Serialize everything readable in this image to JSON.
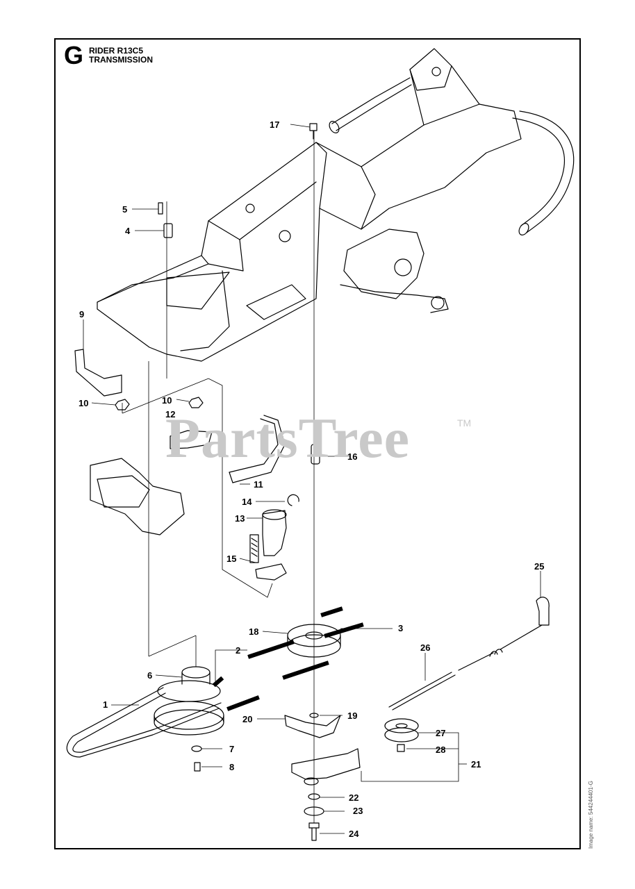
{
  "header": {
    "section_letter": "G",
    "model": "RIDER R13C5",
    "assembly": "TRANSMISSION"
  },
  "watermark": {
    "brand": "PartsTree",
    "trademark": "TM"
  },
  "image_name": "Image name: 544244401-G",
  "callouts": [
    {
      "id": "c1",
      "label": "1"
    },
    {
      "id": "c2",
      "label": "2"
    },
    {
      "id": "c3",
      "label": "3"
    },
    {
      "id": "c4",
      "label": "4"
    },
    {
      "id": "c5",
      "label": "5"
    },
    {
      "id": "c6",
      "label": "6"
    },
    {
      "id": "c7",
      "label": "7"
    },
    {
      "id": "c8",
      "label": "8"
    },
    {
      "id": "c9",
      "label": "9"
    },
    {
      "id": "c10a",
      "label": "10"
    },
    {
      "id": "c10b",
      "label": "10"
    },
    {
      "id": "c11",
      "label": "11"
    },
    {
      "id": "c12",
      "label": "12"
    },
    {
      "id": "c13",
      "label": "13"
    },
    {
      "id": "c14",
      "label": "14"
    },
    {
      "id": "c15",
      "label": "15"
    },
    {
      "id": "c16",
      "label": "16"
    },
    {
      "id": "c17",
      "label": "17"
    },
    {
      "id": "c18",
      "label": "18"
    },
    {
      "id": "c19",
      "label": "19"
    },
    {
      "id": "c20",
      "label": "20"
    },
    {
      "id": "c21",
      "label": "21"
    },
    {
      "id": "c22",
      "label": "22"
    },
    {
      "id": "c23",
      "label": "23"
    },
    {
      "id": "c24",
      "label": "24"
    },
    {
      "id": "c25",
      "label": "25"
    },
    {
      "id": "c26",
      "label": "26"
    },
    {
      "id": "c27",
      "label": "27"
    },
    {
      "id": "c28",
      "label": "28"
    }
  ]
}
